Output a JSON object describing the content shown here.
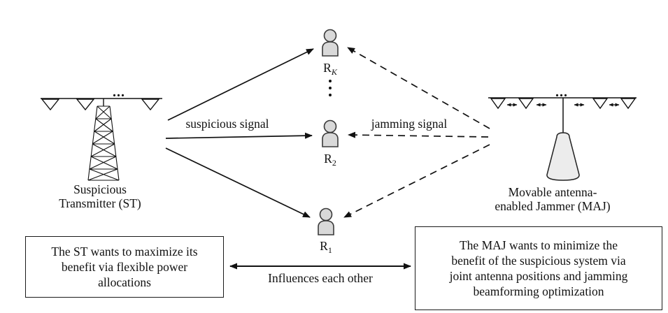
{
  "labels": {
    "suspicious_signal": "suspicious signal",
    "jamming_signal": "jamming signal",
    "influences": "Influences each other",
    "dots": "..."
  },
  "transmitter": {
    "line1": "Suspicious",
    "line2": "Transmitter (ST)"
  },
  "jammer": {
    "line1": "Movable antenna-",
    "line2": "enabled Jammer (MAJ)"
  },
  "receivers": [
    {
      "symbol": "R",
      "sub": "K"
    },
    {
      "symbol": "R",
      "sub": "2"
    },
    {
      "symbol": "R",
      "sub": "1"
    }
  ],
  "boxes": {
    "left": {
      "lines": [
        "The ST wants to maximize its",
        "benefit via flexible power",
        "allocations"
      ]
    },
    "right": {
      "lines": [
        "The MAJ wants to minimize the",
        "benefit of the suspicious system via",
        "joint antenna positions and jamming",
        "beamforming optimization"
      ]
    }
  },
  "colors": {
    "ink": "#1a1a1a",
    "person_fill": "#d9d9d9",
    "cone_fill": "#ececec"
  }
}
